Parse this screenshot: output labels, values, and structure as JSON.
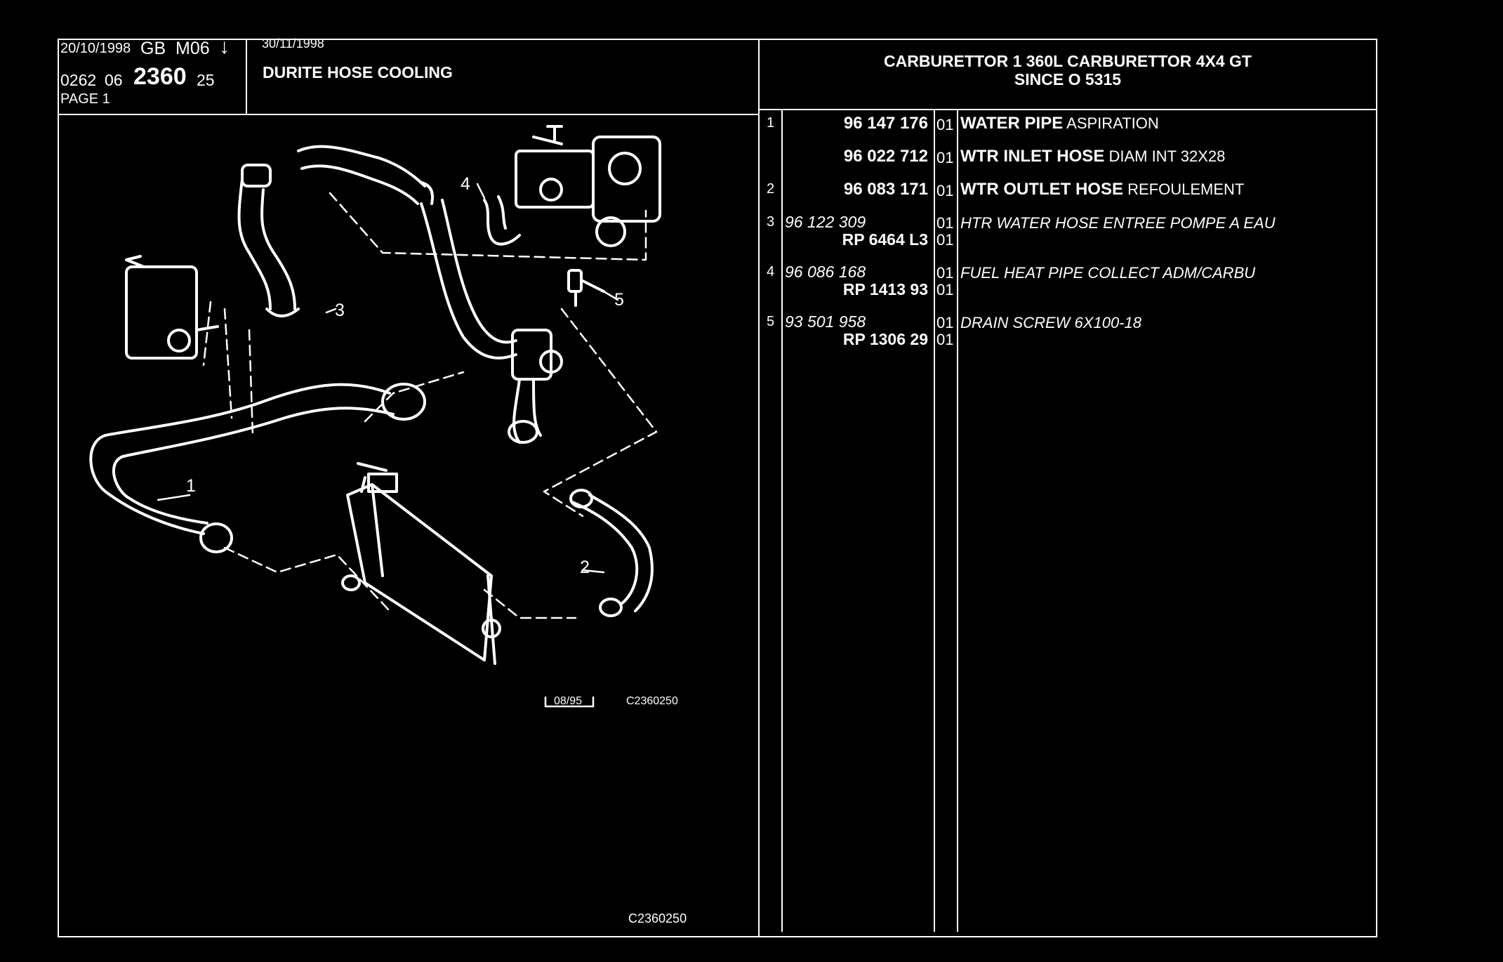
{
  "header": {
    "date1": "20/10/1998",
    "lang": "GB",
    "model": "M06",
    "arrow": "↓",
    "code_prefix": "0262",
    "code_group": "06",
    "code_main": "2360",
    "code_suffix": "25",
    "page": "PAGE 1",
    "date2": "30/11/1998",
    "title": "DURITE HOSE COOLING",
    "spec_line1": "CARBURETTOR 1 360L CARBURETTOR 4X4 GT",
    "spec_line2": "SINCE O  5315"
  },
  "diagram": {
    "callouts": [
      "1",
      "2",
      "3",
      "4",
      "5"
    ],
    "date_box": "08/95",
    "ref_code": "C2360250",
    "footer_code": "C2360250"
  },
  "parts": [
    {
      "idx": "1",
      "ref": "96 147 176",
      "ref_bold": true,
      "rp": "",
      "qty": "01",
      "qty2": "",
      "name": "WATER PIPE",
      "desc": "ASPIRATION",
      "italic": false
    },
    {
      "idx": "",
      "ref": "96 022 712",
      "ref_bold": true,
      "rp": "",
      "qty": "01",
      "qty2": "",
      "name": "WTR INLET HOSE",
      "desc": "DIAM INT 32X28",
      "italic": false
    },
    {
      "idx": "2",
      "ref": "96 083 171",
      "ref_bold": true,
      "rp": "",
      "qty": "01",
      "qty2": "",
      "name": "WTR OUTLET HOSE",
      "desc": "REFOULEMENT",
      "italic": false
    },
    {
      "idx": "3",
      "ref": "96 122 309",
      "ref_bold": false,
      "rp": "RP  6464 L3",
      "qty": "01",
      "qty2": "01",
      "name": "HTR WATER HOSE ENTREE POMPE A EAU",
      "desc": "",
      "italic": true
    },
    {
      "idx": "4",
      "ref": "96 086 168",
      "ref_bold": false,
      "rp": "RP  1413 93",
      "qty": "01",
      "qty2": "01",
      "name": "FUEL HEAT PIPE COLLECT ADM/CARBU",
      "desc": "",
      "italic": true
    },
    {
      "idx": "5",
      "ref": "93 501 958",
      "ref_bold": false,
      "rp": "RP  1306 29",
      "qty": "01",
      "qty2": "01",
      "name": "DRAIN SCREW 6X100-18",
      "desc": "",
      "italic": true
    }
  ]
}
